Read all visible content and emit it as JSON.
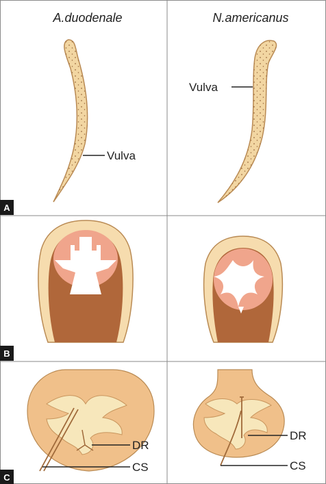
{
  "headers": {
    "left": "A.duodenale",
    "right": "N.americanus"
  },
  "panels": [
    {
      "letter": "A"
    },
    {
      "letter": "B"
    },
    {
      "letter": "C"
    }
  ],
  "labels": {
    "vulva_left": "Vulva",
    "vulva_right": "Vulva",
    "dr_left": "DR",
    "cs_left": "CS",
    "dr_right": "DR",
    "cs_right": "CS"
  },
  "colors": {
    "body_fill": "#f2d6a2",
    "body_stroke": "#b98a53",
    "capsule_dark": "#b0673a",
    "capsule_pink": "#f0a58c",
    "bursa_fill": "#f0c08a",
    "ray_fill": "#f7e7bb",
    "grid_line": "#8a8a8a",
    "panel_tag": "#1a1a1a"
  }
}
